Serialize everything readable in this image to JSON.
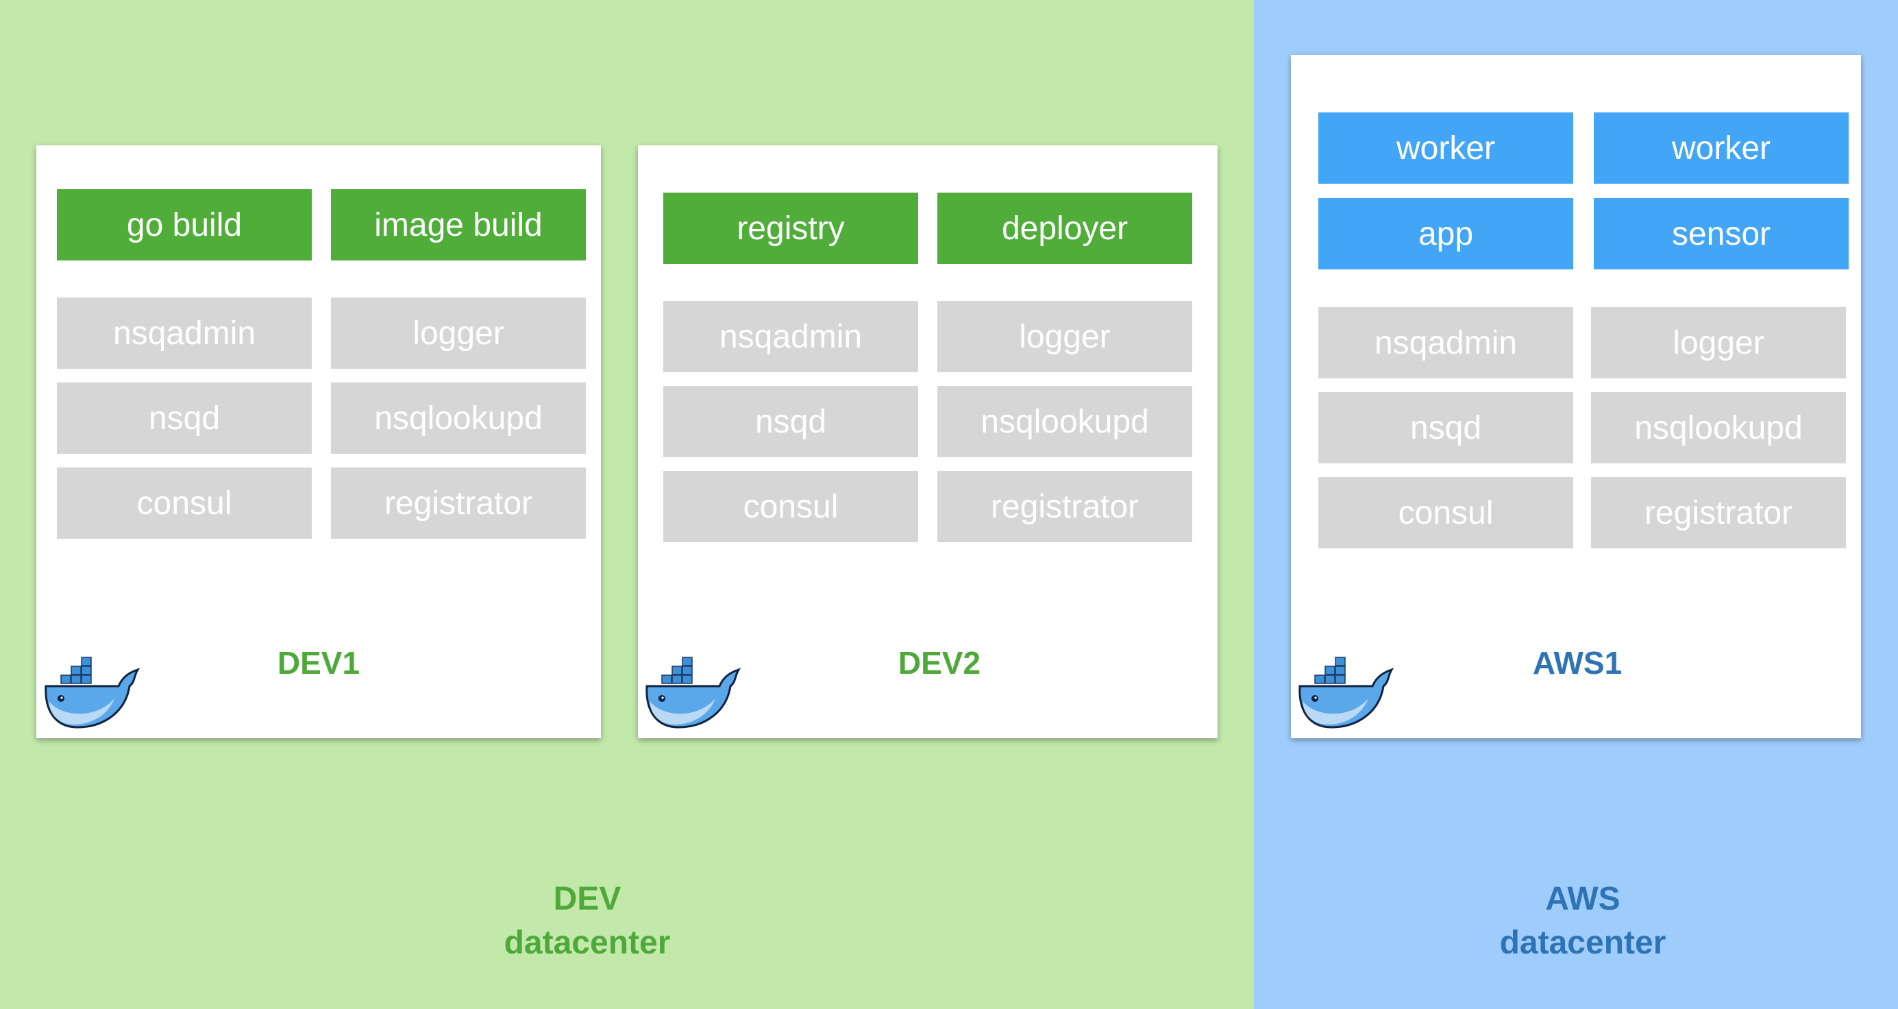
{
  "colors": {
    "dev_background": "#c2e9aa",
    "aws_background": "#9fcdfb",
    "green_service": "#50ad3a",
    "blue_service": "#42a5f5",
    "grey_service": "#d6d6d6",
    "green_text": "#4fa93a",
    "blue_text": "#2e74b5"
  },
  "hosts": {
    "dev1": {
      "name": "DEV1",
      "app_services": [
        "go build",
        "image build"
      ],
      "infra_services": [
        "nsqadmin",
        "logger",
        "nsqd",
        "nsqlookupd",
        "consul",
        "registrator"
      ]
    },
    "dev2": {
      "name": "DEV2",
      "app_services": [
        "registry",
        "deployer"
      ],
      "infra_services": [
        "nsqadmin",
        "logger",
        "nsqd",
        "nsqlookupd",
        "consul",
        "registrator"
      ]
    },
    "aws1": {
      "name": "AWS1",
      "app_services": [
        "worker",
        "worker",
        "app",
        "sensor"
      ],
      "infra_services": [
        "nsqadmin",
        "logger",
        "nsqd",
        "nsqlookupd",
        "consul",
        "registrator"
      ]
    }
  },
  "datacenters": {
    "dev": {
      "line1": "DEV",
      "line2": "datacenter"
    },
    "aws": {
      "line1": "AWS",
      "line2": "datacenter"
    }
  },
  "icons": {
    "host_logo": "docker-whale-icon"
  }
}
